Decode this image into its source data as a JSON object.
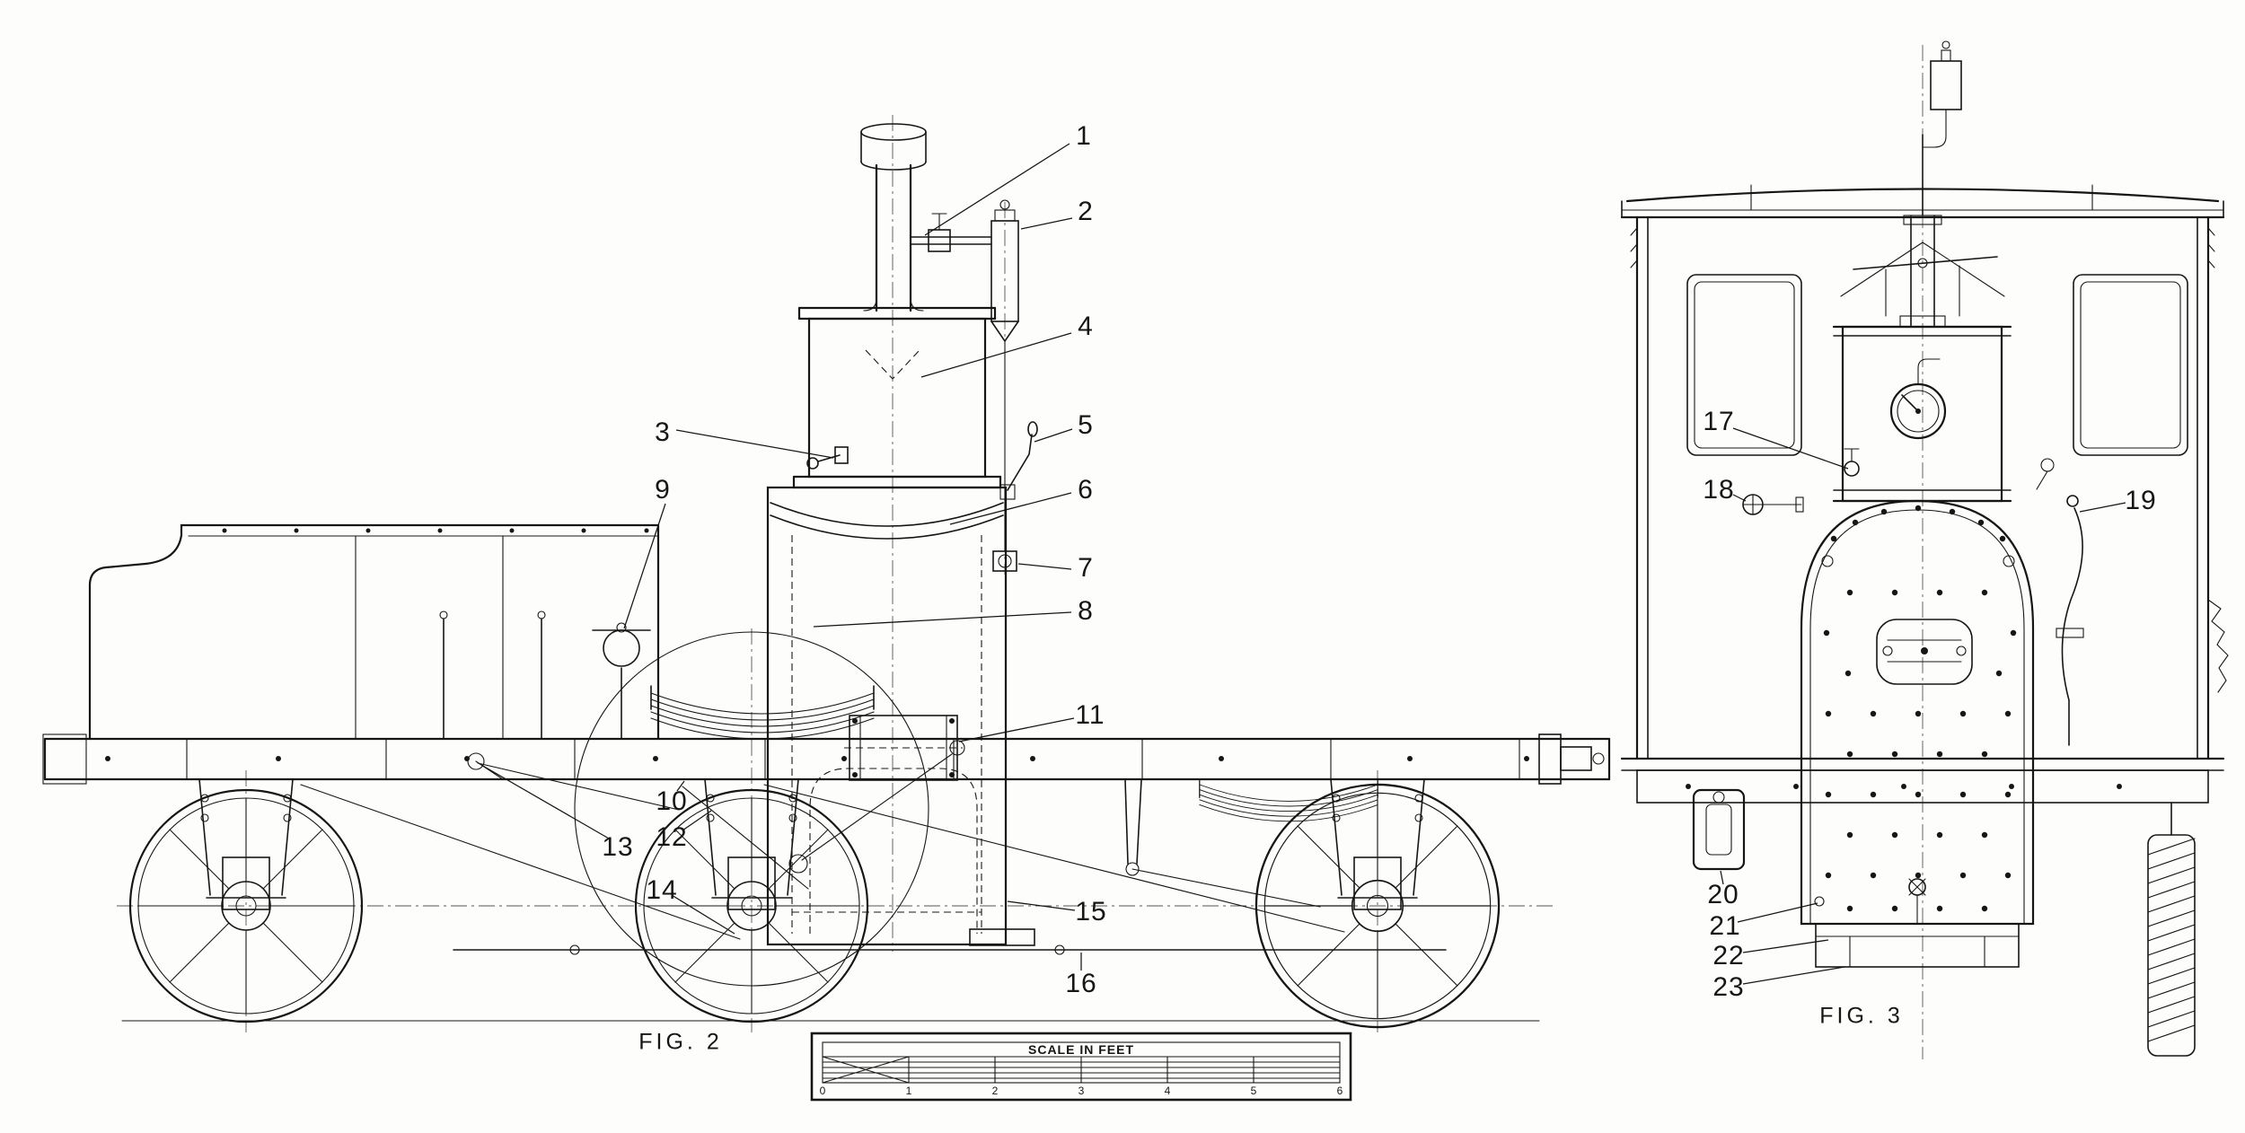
{
  "colors": {
    "ink": "#161616",
    "paper": "#fdfdfb"
  },
  "figure2": {
    "caption": "FIG. 2",
    "callouts": [
      "1",
      "2",
      "3",
      "4",
      "5",
      "6",
      "7",
      "8",
      "9",
      "10",
      "11",
      "12",
      "13",
      "14",
      "15",
      "16"
    ]
  },
  "figure3": {
    "caption": "FIG. 3",
    "callouts": [
      "17",
      "18",
      "19",
      "20",
      "21",
      "22",
      "23"
    ]
  },
  "scale_bar": {
    "label": "SCALE IN FEET",
    "ticks": [
      "0",
      "1",
      "2",
      "3",
      "4",
      "5",
      "6"
    ]
  }
}
